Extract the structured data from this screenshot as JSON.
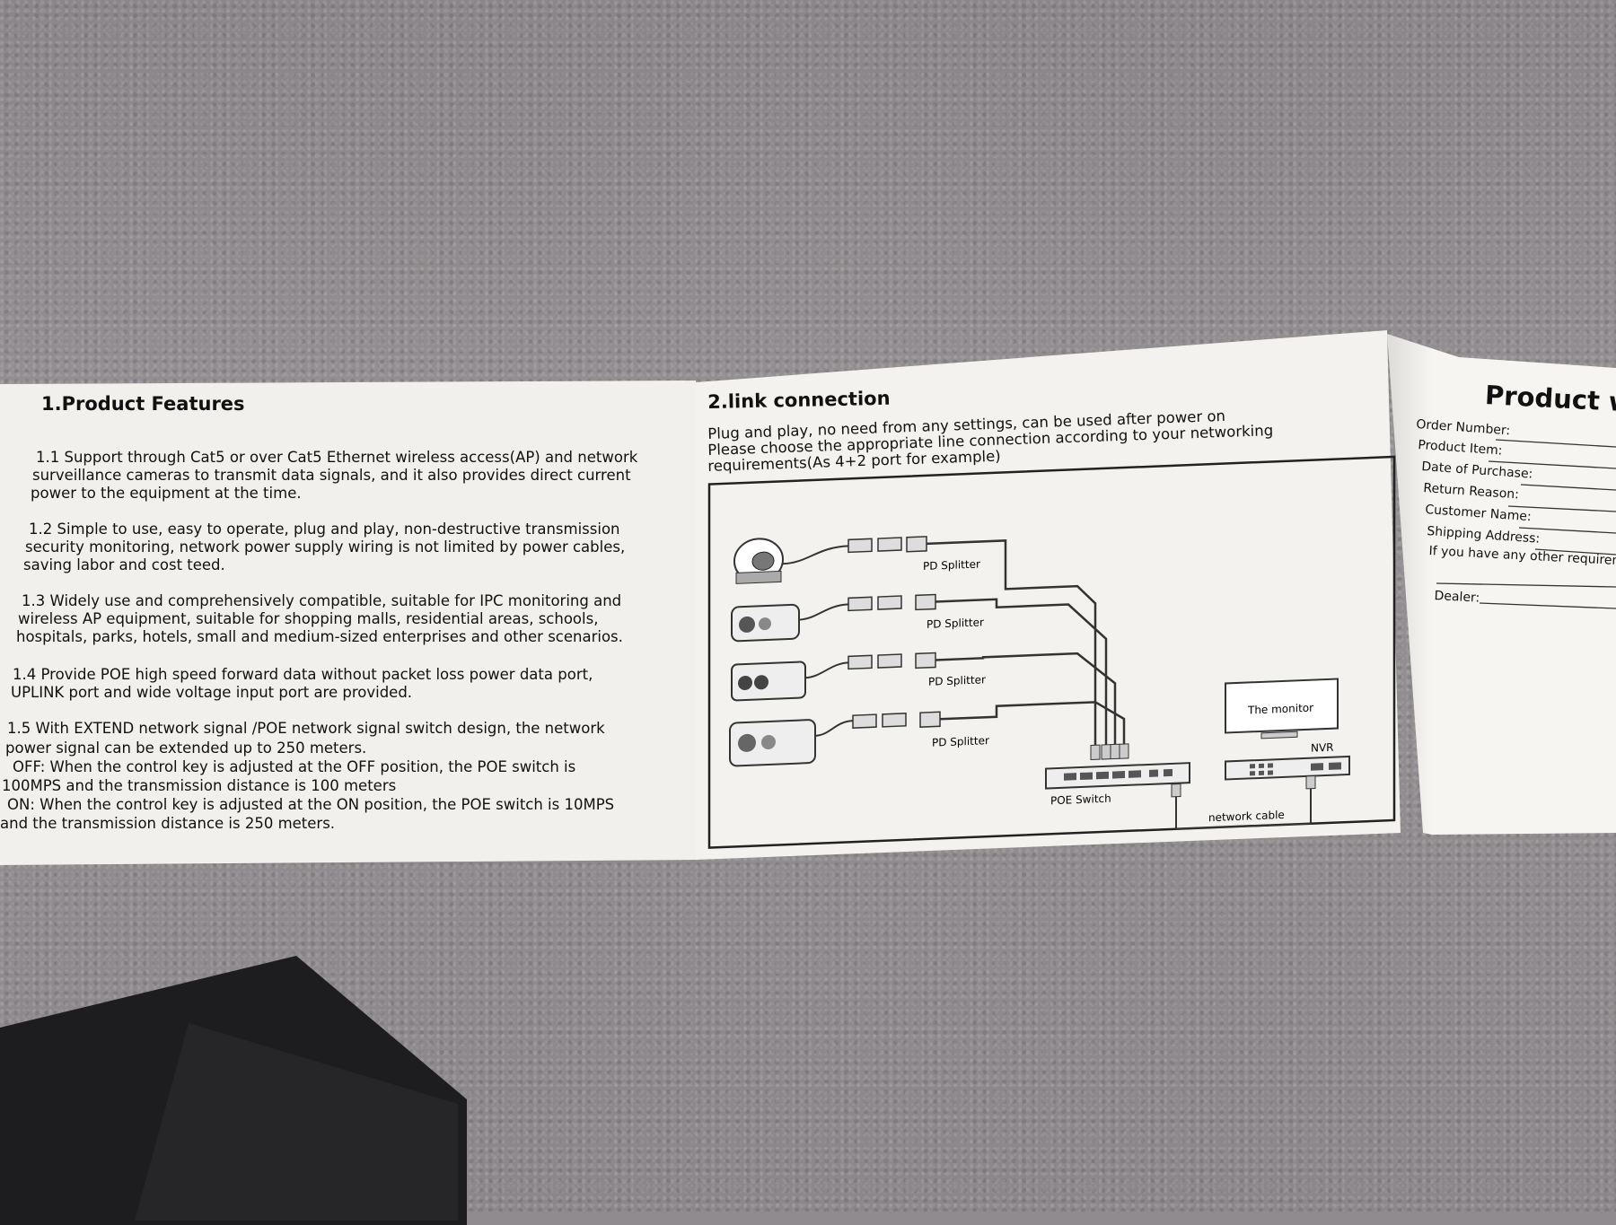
{
  "left_panel": {
    "title": "1.Product Features",
    "p1": [
      "1.1 Support through Cat5 or over Cat5 Ethernet wireless access(AP) and network",
      "surveillance cameras to transmit data signals, and it also provides direct current",
      "power to the equipment at the time."
    ],
    "p2": [
      "1.2 Simple to use, easy to operate, plug and play, non-destructive transmission",
      "security monitoring, network power supply wiring is not limited by power cables,",
      "saving labor and cost     teed."
    ],
    "p3": [
      "1.3 Widely use and comprehensively compatible, suitable for IPC monitoring and",
      "wireless AP equipment, suitable for shopping malls, residential areas, schools,",
      "hospitals, parks, hotels, small and medium-sized enterprises and other scenarios."
    ],
    "p4": [
      "1.4 Provide POE high speed forward data without packet loss power data port,",
      "UPLINK port and wide voltage input port are provided."
    ],
    "p5": [
      "1.5 With EXTEND network signal /POE network signal switch design, the network",
      "power signal can be extended up to 250 meters.",
      "OFF: When the control key is adjusted at the OFF position, the POE switch is",
      "100MPS and the transmission distance is 100 meters",
      "ON: When the control key is adjusted at the ON position, the POE switch is 10MPS",
      "and the transmission distance is 250 meters."
    ]
  },
  "middle_panel": {
    "title": "2.link connection",
    "line1": "Plug and play, no need from any settings, can be used after power on",
    "line2": "Please choose the appropriate line connection according to your networking",
    "line3": "requirements(As 4+2 port for example)",
    "diagram": {
      "splitter_label": "PD Splitter",
      "monitor_label": "The monitor",
      "nvr_label": "NVR",
      "switch_label": "POE Switch",
      "cable_label": "network cable"
    }
  },
  "right_panel": {
    "title": "Product wa",
    "fields": [
      "Order Number:",
      "Product Item:",
      "Date of Purchase:",
      "Return Reason:",
      "Customer Name:",
      "Shipping Address:",
      "If you have any other requireme",
      "Dealer:"
    ]
  },
  "colors": {
    "paper": "#f3f2ee",
    "ink": "#111111",
    "carpet": "#8f8b8e",
    "device": "#1d1d1f"
  }
}
